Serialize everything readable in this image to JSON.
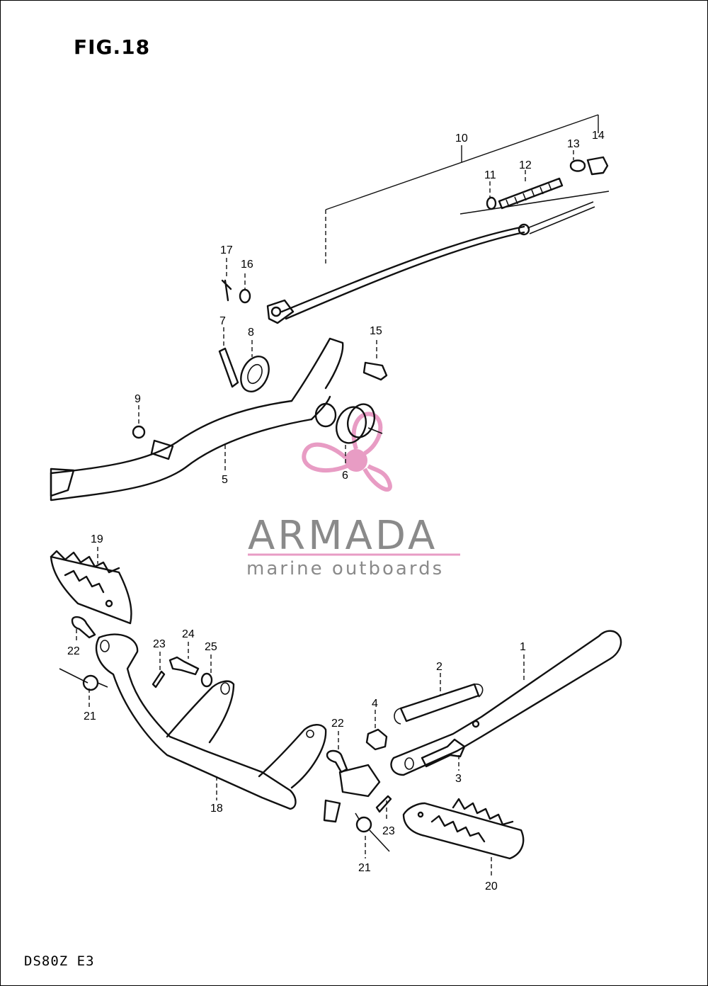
{
  "header": {
    "figure_title": "FIG.18"
  },
  "footer": {
    "model_code": "DS80Z E3"
  },
  "watermark": {
    "name": "ARMADA",
    "tagline": "marine outboards",
    "accent_color": "#e89cc4",
    "text_color": "#8a8a8a"
  },
  "parts": {
    "p1": "1",
    "p2": "2",
    "p3": "3",
    "p4": "4",
    "p5": "5",
    "p6": "6",
    "p7": "7",
    "p8": "8",
    "p9": "9",
    "p10": "10",
    "p11": "11",
    "p12": "12",
    "p13": "13",
    "p14": "14",
    "p15": "15",
    "p16": "16",
    "p17": "17",
    "p18": "18",
    "p19": "19",
    "p20": "20",
    "p21a": "21",
    "p21b": "21",
    "p22a": "22",
    "p22b": "22",
    "p23a": "23",
    "p23b": "23",
    "p24": "24",
    "p25": "25"
  }
}
